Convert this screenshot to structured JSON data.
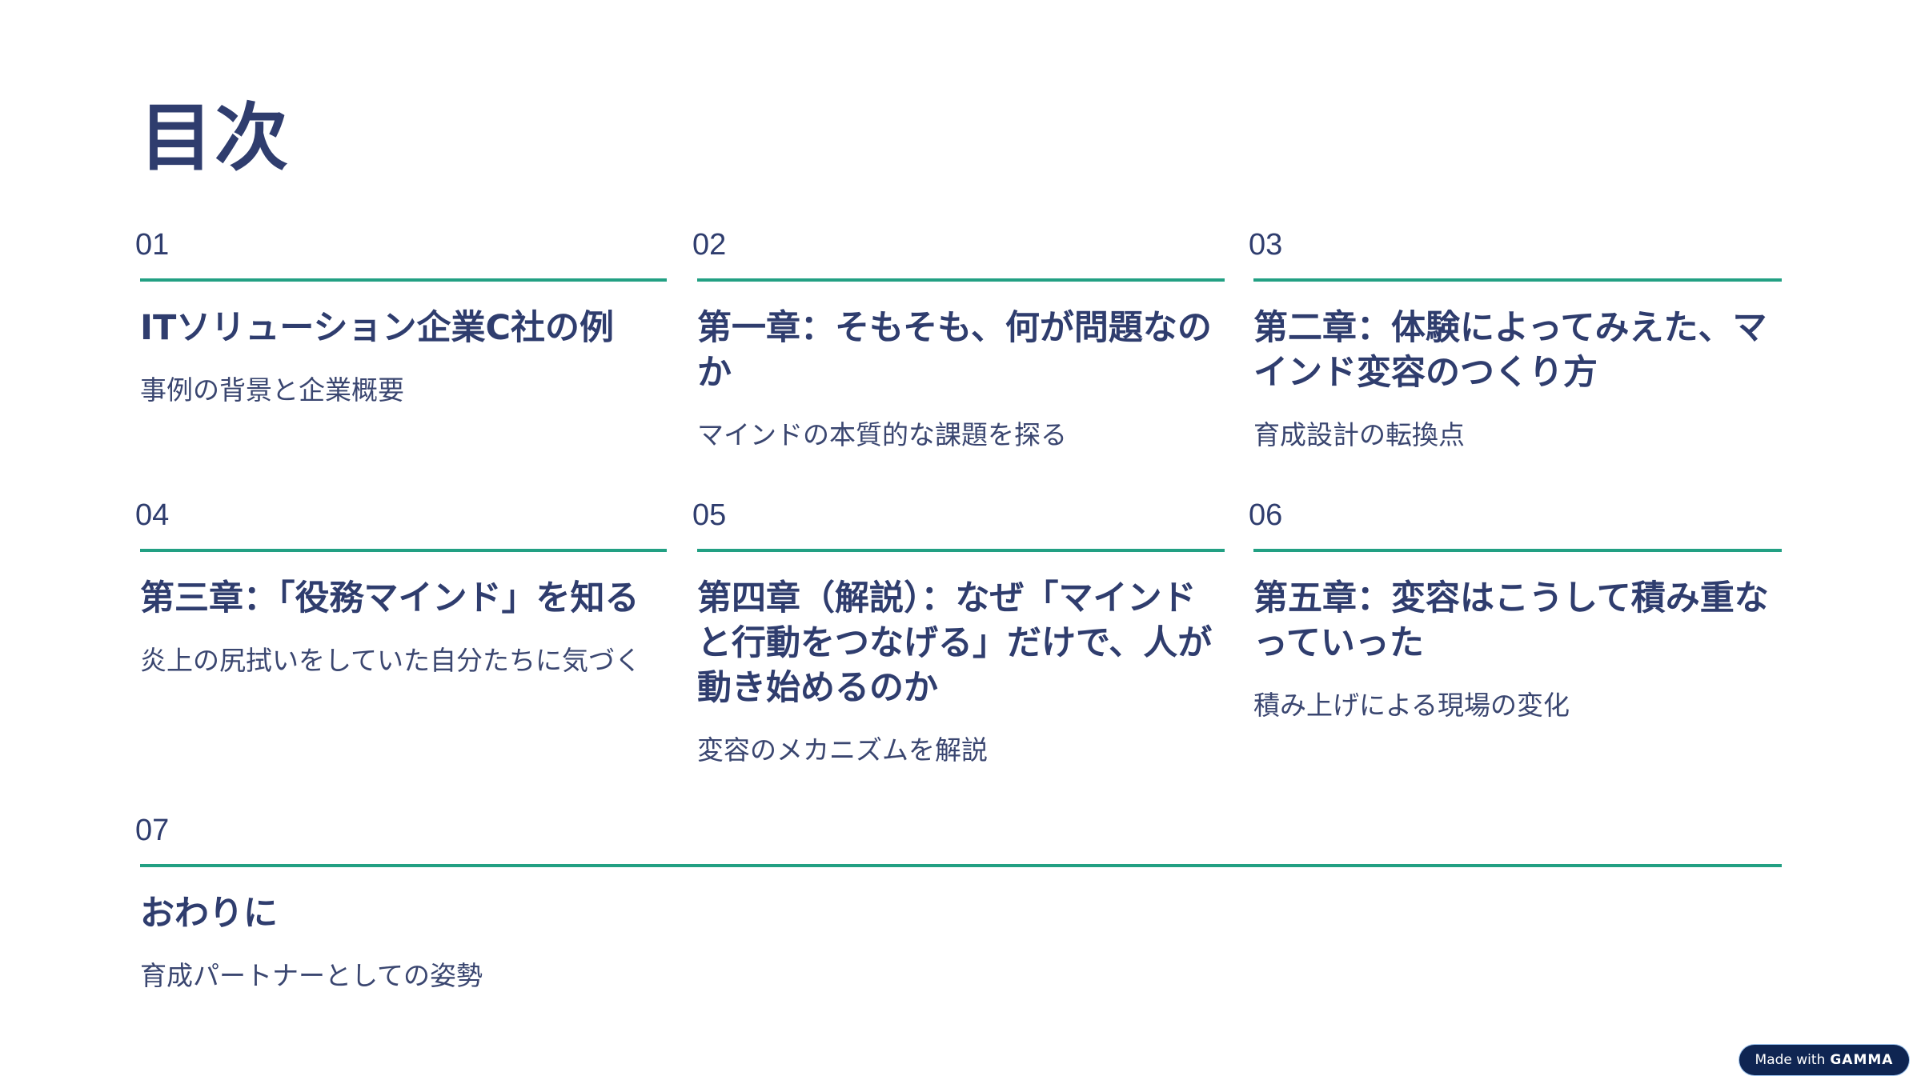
{
  "page_title": "目次",
  "items": [
    {
      "num": "01",
      "heading": "ITソリューション企業C社の例",
      "desc": "事例の背景と企業概要"
    },
    {
      "num": "02",
      "heading": "第一章：そもそも、何が問題なのか",
      "desc": "マインドの本質的な課題を探る"
    },
    {
      "num": "03",
      "heading": "第二章：体験によってみえた、マインド変容のつくり方",
      "desc": "育成設計の転換点"
    },
    {
      "num": "04",
      "heading": "第三章：「役務マインド」を知る",
      "desc": "炎上の尻拭いをしていた自分たちに気づく"
    },
    {
      "num": "05",
      "heading": "第四章（解説）：なぜ「マインドと行動をつなげる」だけで、人が動き始めるのか",
      "desc": "変容のメカニズムを解説"
    },
    {
      "num": "06",
      "heading": "第五章：変容はこうして積み重なっていった",
      "desc": "積み上げによる現場の変化"
    },
    {
      "num": "07",
      "heading": "おわりに",
      "desc": "育成パートナーとしての姿勢"
    }
  ],
  "badge": {
    "prefix": "Made with",
    "brand": "GAMMA"
  },
  "colors": {
    "text": "#2f3d6e",
    "accent": "#22a083",
    "badge_bg": "#0f2552"
  }
}
